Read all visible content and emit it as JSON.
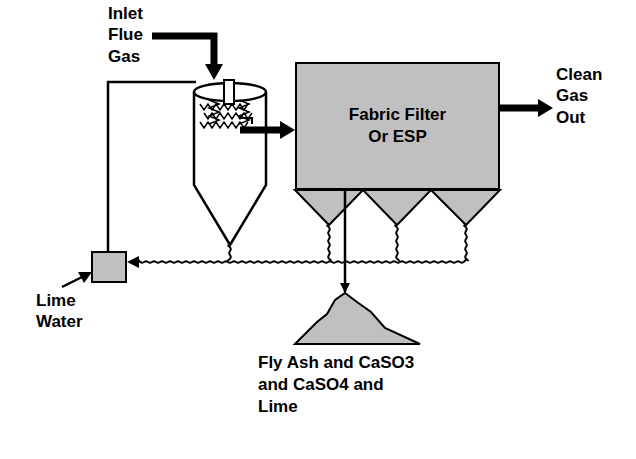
{
  "diagram": {
    "nodes": [
      {
        "text": [
          "Fabric Filter Or ESP"
        ]
      },
      {
        "text": [
          "Fly Ash and CaSO3 and CaSO4 and Lime"
        ]
      }
    ],
    "edges": [
      {
        "from": 0,
        "to": 1,
        "arrow": "to"
      }
    ],
    "labels": [
      "Inlet Flue Gas",
      "Clean Gas Out",
      "Lime Water"
    ]
  }
}
